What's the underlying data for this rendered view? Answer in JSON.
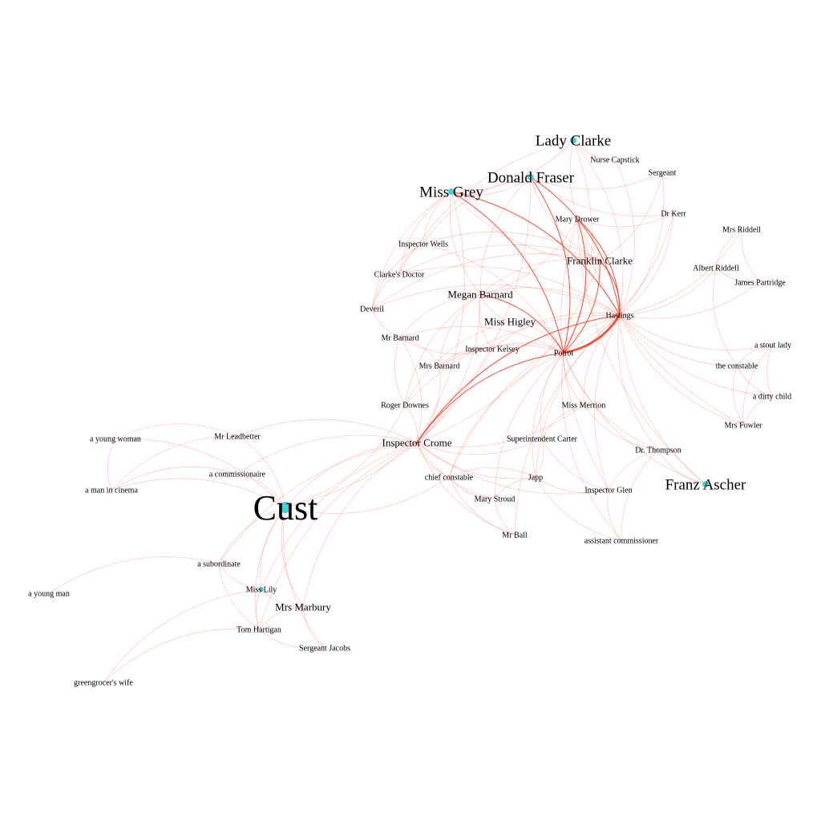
{
  "colors": {
    "background": "#ffffff",
    "edge": "#ff2a14",
    "node": "#3fd2d8",
    "label": "#000000"
  },
  "nodes": [
    {
      "id": "cust",
      "label": "Cust",
      "size": 4,
      "dot": true
    },
    {
      "id": "miss-grey",
      "label": "Miss Grey",
      "size": 2,
      "dot": true
    },
    {
      "id": "lady-clarke",
      "label": "Lady Clarke",
      "size": 2,
      "dot": true
    },
    {
      "id": "donald-fraser",
      "label": "Donald Fraser",
      "size": 2,
      "dot": true
    },
    {
      "id": "franz-ascher",
      "label": "Franz Ascher",
      "size": 2,
      "dot": true
    },
    {
      "id": "nurse-capstick",
      "label": "Nurse Capstick",
      "size": 0,
      "dot": false
    },
    {
      "id": "sergeant",
      "label": "Sergeant",
      "size": 0,
      "dot": false
    },
    {
      "id": "dr-kerr",
      "label": "Dr Kerr",
      "size": 0,
      "dot": false
    },
    {
      "id": "mary-drower",
      "label": "Mary Drower",
      "size": 0,
      "dot": false
    },
    {
      "id": "mrs-riddell",
      "label": "Mrs Riddell",
      "size": 0,
      "dot": false
    },
    {
      "id": "inspector-wells",
      "label": "Inspector Wells",
      "size": 0,
      "dot": false
    },
    {
      "id": "franklin-clarke",
      "label": "Franklin Clarke",
      "size": 1,
      "dot": false
    },
    {
      "id": "albert-riddell",
      "label": "Albert Riddell",
      "size": 0,
      "dot": false
    },
    {
      "id": "clarkes-doctor",
      "label": "Clarke's Doctor",
      "size": 0,
      "dot": false
    },
    {
      "id": "james-partridge",
      "label": "James Partridge",
      "size": 0,
      "dot": false
    },
    {
      "id": "megan-barnard",
      "label": "Megan Barnard",
      "size": 1,
      "dot": false
    },
    {
      "id": "deveril",
      "label": "Deveril",
      "size": 0,
      "dot": false
    },
    {
      "id": "hastings",
      "label": "Hastings",
      "size": 0,
      "dot": false
    },
    {
      "id": "miss-higley",
      "label": "Miss Higley",
      "size": 1,
      "dot": false
    },
    {
      "id": "mr-barnard",
      "label": "Mr Barnard",
      "size": 0,
      "dot": false
    },
    {
      "id": "a-stout-lady",
      "label": "a stout lady",
      "size": 0,
      "dot": false
    },
    {
      "id": "inspector-kelsey",
      "label": "Inspector Kelsey",
      "size": 0,
      "dot": false
    },
    {
      "id": "poirot",
      "label": "Poirot",
      "size": 0,
      "dot": false
    },
    {
      "id": "mrs-barnard",
      "label": "Mrs Barnard",
      "size": 0,
      "dot": false
    },
    {
      "id": "the-constable",
      "label": "the constable",
      "size": 0,
      "dot": false
    },
    {
      "id": "a-dirty-child",
      "label": "a dirty child",
      "size": 0,
      "dot": false
    },
    {
      "id": "roger-downes",
      "label": "Roger Downes",
      "size": 0,
      "dot": false
    },
    {
      "id": "miss-merrion",
      "label": "Miss Merrion",
      "size": 0,
      "dot": false
    },
    {
      "id": "mrs-fowler",
      "label": "Mrs Fowler",
      "size": 0,
      "dot": false
    },
    {
      "id": "a-young-woman",
      "label": "a young woman",
      "size": 0,
      "dot": false
    },
    {
      "id": "mr-leadbetter",
      "label": "Mr Leadbetter",
      "size": 0,
      "dot": false
    },
    {
      "id": "superintendent-carter",
      "label": "Superintendent Carter",
      "size": 0,
      "dot": false
    },
    {
      "id": "inspector-crome",
      "label": "Inspector Crome",
      "size": 1,
      "dot": false
    },
    {
      "id": "dr-thompson",
      "label": "Dr. Thompson",
      "size": 0,
      "dot": false
    },
    {
      "id": "a-commissionaire",
      "label": "a commissionaire",
      "size": 0,
      "dot": false
    },
    {
      "id": "chief-constable",
      "label": "chief constable",
      "size": 0,
      "dot": false
    },
    {
      "id": "japp",
      "label": "Japp",
      "size": 0,
      "dot": false
    },
    {
      "id": "a-man-in-cinema",
      "label": "a man in cinema",
      "size": 0,
      "dot": false
    },
    {
      "id": "inspector-glen",
      "label": "Inspector Glen",
      "size": 0,
      "dot": false
    },
    {
      "id": "mary-stroud",
      "label": "Mary Stroud",
      "size": 0,
      "dot": false
    },
    {
      "id": "mr-ball",
      "label": "Mr Ball",
      "size": 0,
      "dot": false
    },
    {
      "id": "assistant-commissioner",
      "label": "assistant commissioner",
      "size": 0,
      "dot": false
    },
    {
      "id": "a-subordinate",
      "label": "a subordinate",
      "size": 0,
      "dot": false
    },
    {
      "id": "miss-lily",
      "label": "Miss Lily",
      "size": 0,
      "dot": true
    },
    {
      "id": "a-young-man",
      "label": "a young man",
      "size": 0,
      "dot": false
    },
    {
      "id": "mrs-marbury",
      "label": "Mrs Marbury",
      "size": 1,
      "dot": false
    },
    {
      "id": "tom-hartigan",
      "label": "Tom Hartigan",
      "size": 0,
      "dot": false
    },
    {
      "id": "sergeant-jacobs",
      "label": "Sergeant Jacobs",
      "size": 0,
      "dot": false
    },
    {
      "id": "greengrocers-wife",
      "label": "greengrocer's wife",
      "size": 0,
      "dot": false
    }
  ],
  "edges": [
    [
      "poirot",
      "hastings",
      4
    ],
    [
      "poirot",
      "inspector-crome",
      2
    ],
    [
      "hastings",
      "inspector-crome",
      2
    ],
    [
      "poirot",
      "miss-grey",
      2
    ],
    [
      "hastings",
      "miss-grey",
      2
    ],
    [
      "poirot",
      "donald-fraser",
      2
    ],
    [
      "hastings",
      "donald-fraser",
      2
    ],
    [
      "poirot",
      "franklin-clarke",
      2
    ],
    [
      "hastings",
      "franklin-clarke",
      2
    ],
    [
      "poirot",
      "megan-barnard",
      2
    ],
    [
      "hastings",
      "megan-barnard",
      1
    ],
    [
      "poirot",
      "mary-drower",
      2
    ],
    [
      "hastings",
      "mary-drower",
      2
    ],
    [
      "poirot",
      "miss-higley",
      1
    ],
    [
      "miss-grey",
      "donald-fraser",
      1
    ],
    [
      "miss-grey",
      "franklin-clarke",
      1
    ],
    [
      "miss-grey",
      "megan-barnard",
      1
    ],
    [
      "donald-fraser",
      "megan-barnard",
      1
    ],
    [
      "donald-fraser",
      "franklin-clarke",
      1
    ],
    [
      "franklin-clarke",
      "megan-barnard",
      1
    ],
    [
      "franklin-clarke",
      "mary-drower",
      1
    ],
    [
      "poirot",
      "japp",
      1
    ],
    [
      "hastings",
      "japp",
      1
    ],
    [
      "poirot",
      "superintendent-carter",
      1
    ],
    [
      "hastings",
      "chief-constable",
      1
    ],
    [
      "poirot",
      "chief-constable",
      1
    ],
    [
      "hastings",
      "inspector-glen",
      1
    ],
    [
      "poirot",
      "dr-thompson",
      1
    ],
    [
      "hastings",
      "dr-thompson",
      1
    ],
    [
      "poirot",
      "miss-merrion",
      1
    ],
    [
      "hastings",
      "miss-merrion",
      1
    ],
    [
      "poirot",
      "mary-stroud",
      1
    ],
    [
      "hastings",
      "mr-ball",
      1
    ],
    [
      "poirot",
      "assistant-commissioner",
      1
    ],
    [
      "hastings",
      "roger-downes",
      1
    ],
    [
      "poirot",
      "mrs-barnard",
      1
    ],
    [
      "poirot",
      "mr-barnard",
      1
    ],
    [
      "hastings",
      "inspector-kelsey",
      1
    ],
    [
      "poirot",
      "inspector-kelsey",
      1
    ],
    [
      "hastings",
      "clarkes-doctor",
      1
    ],
    [
      "poirot",
      "inspector-wells",
      1
    ],
    [
      "hastings",
      "deveril",
      1
    ],
    [
      "poirot",
      "lady-clarke",
      1
    ],
    [
      "hastings",
      "lady-clarke",
      1
    ],
    [
      "hastings",
      "nurse-capstick",
      1
    ],
    [
      "hastings",
      "sergeant",
      1
    ],
    [
      "hastings",
      "dr-kerr",
      1
    ],
    [
      "poirot",
      "dr-kerr",
      1
    ],
    [
      "hastings",
      "mrs-riddell",
      1
    ],
    [
      "hastings",
      "albert-riddell",
      1
    ],
    [
      "hastings",
      "james-partridge",
      1
    ],
    [
      "hastings",
      "a-stout-lady",
      1
    ],
    [
      "hastings",
      "the-constable",
      1
    ],
    [
      "hastings",
      "a-dirty-child",
      1
    ],
    [
      "hastings",
      "mrs-fowler",
      1
    ],
    [
      "hastings",
      "franz-ascher",
      1
    ],
    [
      "poirot",
      "franz-ascher",
      1
    ],
    [
      "mrs-riddell",
      "albert-riddell",
      1
    ],
    [
      "mrs-riddell",
      "james-partridge",
      1
    ],
    [
      "a-stout-lady",
      "the-constable",
      1
    ],
    [
      "a-stout-lady",
      "a-dirty-child",
      1
    ],
    [
      "the-constable",
      "a-dirty-child",
      1
    ],
    [
      "the-constable",
      "mrs-fowler",
      1
    ],
    [
      "a-dirty-child",
      "mrs-fowler",
      1
    ],
    [
      "a-stout-lady",
      "mrs-fowler",
      1
    ],
    [
      "inspector-crome",
      "cust",
      1
    ],
    [
      "inspector-crome",
      "mr-leadbetter",
      1
    ],
    [
      "inspector-crome",
      "a-commissionaire",
      1
    ],
    [
      "inspector-crome",
      "miss-lily",
      1
    ],
    [
      "inspector-crome",
      "mrs-marbury",
      1
    ],
    [
      "inspector-crome",
      "tom-hartigan",
      1
    ],
    [
      "inspector-crome",
      "a-subordinate",
      1
    ],
    [
      "inspector-crome",
      "chief-constable",
      1
    ],
    [
      "inspector-crome",
      "japp",
      1
    ],
    [
      "inspector-crome",
      "superintendent-carter",
      1
    ],
    [
      "inspector-crome",
      "roger-downes",
      1
    ],
    [
      "inspector-crome",
      "mrs-barnard",
      1
    ],
    [
      "inspector-crome",
      "mr-barnard",
      1
    ],
    [
      "inspector-crome",
      "megan-barnard",
      1
    ],
    [
      "inspector-crome",
      "franklin-clarke",
      1
    ],
    [
      "inspector-crome",
      "miss-grey",
      1
    ],
    [
      "inspector-crome",
      "donald-fraser",
      1
    ],
    [
      "inspector-crome",
      "mary-stroud",
      1
    ],
    [
      "inspector-crome",
      "mr-ball",
      1
    ],
    [
      "inspector-crome",
      "inspector-glen",
      1
    ],
    [
      "inspector-crome",
      "miss-merrion",
      1
    ],
    [
      "cust",
      "mr-leadbetter",
      1
    ],
    [
      "cust",
      "a-young-woman",
      1
    ],
    [
      "cust",
      "a-man-in-cinema",
      1
    ],
    [
      "cust",
      "a-commissionaire",
      1
    ],
    [
      "cust",
      "a-subordinate",
      1
    ],
    [
      "cust",
      "miss-lily",
      1
    ],
    [
      "cust",
      "mrs-marbury",
      1
    ],
    [
      "cust",
      "tom-hartigan",
      1
    ],
    [
      "cust",
      "sergeant-jacobs",
      1
    ],
    [
      "cust",
      "roger-downes",
      1
    ],
    [
      "cust",
      "inspector-kelsey",
      1
    ],
    [
      "cust",
      "chief-constable",
      1
    ],
    [
      "mr-leadbetter",
      "a-young-woman",
      1
    ],
    [
      "mr-leadbetter",
      "a-man-in-cinema",
      1
    ],
    [
      "a-young-woman",
      "a-man-in-cinema",
      1
    ],
    [
      "a-commissionaire",
      "a-man-in-cinema",
      1
    ],
    [
      "a-subordinate",
      "a-young-man",
      1
    ],
    [
      "a-subordinate",
      "miss-lily",
      1
    ],
    [
      "miss-lily",
      "mrs-marbury",
      1
    ],
    [
      "miss-lily",
      "tom-hartigan",
      1
    ],
    [
      "mrs-marbury",
      "tom-hartigan",
      1
    ],
    [
      "mrs-marbury",
      "sergeant-jacobs",
      1
    ],
    [
      "tom-hartigan",
      "sergeant-jacobs",
      1
    ],
    [
      "tom-hartigan",
      "greengrocers-wife",
      1
    ],
    [
      "miss-lily",
      "greengrocers-wife",
      1
    ],
    [
      "a-subordinate",
      "tom-hartigan",
      1
    ],
    [
      "japp",
      "chief-constable",
      1
    ],
    [
      "japp",
      "superintendent-carter",
      1
    ],
    [
      "japp",
      "inspector-glen",
      1
    ],
    [
      "japp",
      "assistant-commissioner",
      1
    ],
    [
      "japp",
      "mary-stroud",
      1
    ],
    [
      "chief-constable",
      "mary-stroud",
      1
    ],
    [
      "chief-constable",
      "mr-ball",
      1
    ],
    [
      "mary-stroud",
      "mr-ball",
      1
    ],
    [
      "inspector-glen",
      "assistant-commissioner",
      1
    ],
    [
      "superintendent-carter",
      "inspector-glen",
      1
    ],
    [
      "dr-thompson",
      "inspector-glen",
      1
    ],
    [
      "dr-thompson",
      "assistant-commissioner",
      1
    ],
    [
      "dr-thompson",
      "franz-ascher",
      1
    ],
    [
      "miss-merrion",
      "dr-thompson",
      1
    ],
    [
      "miss-merrion",
      "superintendent-carter",
      1
    ],
    [
      "megan-barnard",
      "mrs-barnard",
      1
    ],
    [
      "megan-barnard",
      "mr-barnard",
      1
    ],
    [
      "mrs-barnard",
      "mr-barnard",
      1
    ],
    [
      "megan-barnard",
      "inspector-kelsey",
      1
    ],
    [
      "megan-barnard",
      "miss-higley",
      1
    ],
    [
      "miss-higley",
      "roger-downes",
      1
    ],
    [
      "megan-barnard",
      "roger-downes",
      1
    ],
    [
      "inspector-kelsey",
      "mrs-barnard",
      1
    ],
    [
      "mary-drower",
      "franz-ascher",
      1
    ],
    [
      "mary-drower",
      "inspector-glen",
      1
    ],
    [
      "mary-drower",
      "mrs-fowler",
      1
    ],
    [
      "donald-fraser",
      "inspector-wells",
      1
    ],
    [
      "miss-grey",
      "inspector-wells",
      1
    ],
    [
      "miss-grey",
      "clarkes-doctor",
      1
    ],
    [
      "miss-grey",
      "deveril",
      1
    ],
    [
      "miss-grey",
      "lady-clarke",
      1
    ],
    [
      "lady-clarke",
      "franklin-clarke",
      1
    ],
    [
      "lady-clarke",
      "nurse-capstick",
      1
    ],
    [
      "lady-clarke",
      "clarkes-doctor",
      1
    ],
    [
      "franklin-clarke",
      "inspector-wells",
      1
    ],
    [
      "franklin-clarke",
      "deveril",
      1
    ],
    [
      "franklin-clarke",
      "clarkes-doctor",
      1
    ],
    [
      "franklin-clarke",
      "sergeant",
      1
    ],
    [
      "donald-fraser",
      "sergeant",
      1
    ],
    [
      "donald-fraser",
      "dr-kerr",
      1
    ],
    [
      "megan-barnard",
      "mary-drower",
      1
    ],
    [
      "mary-drower",
      "dr-kerr",
      1
    ],
    [
      "inspector-wells",
      "clarkes-doctor",
      1
    ],
    [
      "inspector-wells",
      "deveril",
      1
    ],
    [
      "clarkes-doctor",
      "deveril",
      1
    ],
    [
      "deveril",
      "mr-barnard",
      1
    ],
    [
      "mr-barnard",
      "roger-downes",
      1
    ],
    [
      "mr-barnard",
      "inspector-kelsey",
      1
    ],
    [
      "albert-riddell",
      "james-partridge",
      1
    ],
    [
      "albert-riddell",
      "the-constable",
      1
    ]
  ]
}
